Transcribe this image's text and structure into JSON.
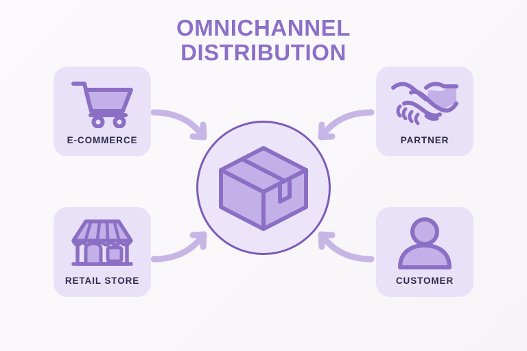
{
  "page": {
    "background_color": "#faf8fa",
    "title": "OMNICHANNEL\nDISTRIBUTION",
    "title_color": "#8b6fc8"
  },
  "theme": {
    "card_background": "#e9e1f8",
    "icon_stroke": "#8b6fc4",
    "icon_fill": "#c4b0e8",
    "label_color": "#2e2a4a",
    "hub_stroke": "#7b5cb8",
    "hub_fill": "#ece4f9",
    "arrow_color": "#c6b6e6"
  },
  "hub": {
    "icon": "package-box-icon",
    "label": ""
  },
  "channels": [
    {
      "id": "ecommerce",
      "label": "E-COMMERCE",
      "icon": "shopping-cart-icon",
      "position": "top-left"
    },
    {
      "id": "partner",
      "label": "PARTNER",
      "icon": "handshake-icon",
      "position": "top-right"
    },
    {
      "id": "retail-store",
      "label": "RETAIL STORE",
      "icon": "storefront-icon",
      "position": "bottom-left"
    },
    {
      "id": "customer",
      "label": "CUSTOMER",
      "icon": "person-icon",
      "position": "bottom-right"
    }
  ],
  "connectors": [
    {
      "id": "ecommerce-to-hub",
      "from": "ecommerce",
      "to": "hub",
      "direction": "inbound"
    },
    {
      "id": "partner-to-hub",
      "from": "partner",
      "to": "hub",
      "direction": "inbound"
    },
    {
      "id": "retail-store-to-hub",
      "from": "retail-store",
      "to": "hub",
      "direction": "inbound"
    },
    {
      "id": "customer-to-hub",
      "from": "customer",
      "to": "hub",
      "direction": "inbound"
    }
  ]
}
